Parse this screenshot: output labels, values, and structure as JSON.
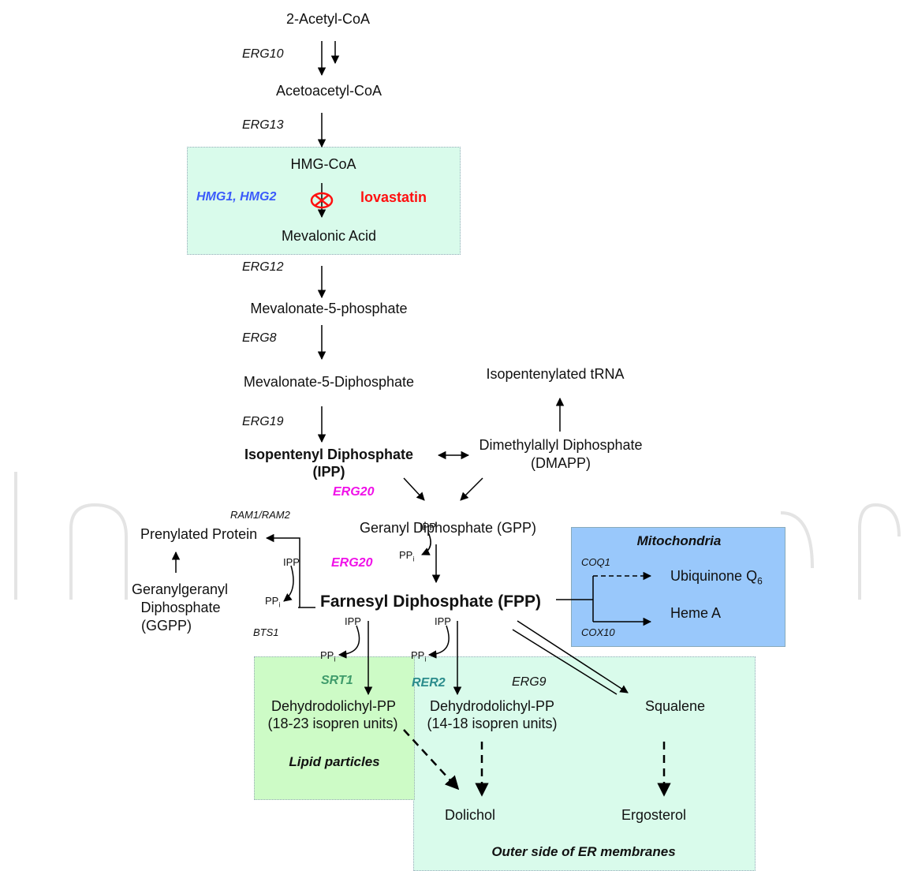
{
  "metabolites": {
    "acetyl_coa": "2-Acetyl-CoA",
    "acetoacetyl_coa": "Acetoacetyl-CoA",
    "hmg_coa": "HMG-CoA",
    "mevalonic_acid": "Mevalonic Acid",
    "mevalonate_5p": "Mevalonate-5-phosphate",
    "mevalonate_5pp": "Mevalonate-5-Diphosphate",
    "isopentenylated_trna": "Isopentenylated tRNA",
    "ipp_line1": "Isopentenyl Diphosphate",
    "ipp_line2": "(IPP)",
    "dmapp_line1": "Dimethylallyl Diphosphate",
    "dmapp_line2": "(DMAPP)",
    "gpp": "Geranyl Diphosphate (GPP)",
    "prenylated_protein": "Prenylated Protein",
    "ggpp_line1": "Geranylgeranyl",
    "ggpp_line2": "Diphosphate",
    "ggpp_line3": "(GGPP)",
    "fpp": "Farnesyl Diphosphate (FPP)",
    "ubiquinone": "Ubiquinone Q",
    "ubiquinone_sub": "6",
    "heme_a": "Heme A",
    "ddpp1_line1": "Dehydrodolichyl-PP",
    "ddpp1_line2": "(18-23 isopren units)",
    "ddpp2_line1": "Dehydrodolichyl-PP",
    "ddpp2_line2": "(14-18 isopren units)",
    "squalene": "Squalene",
    "dolichol": "Dolichol",
    "ergosterol": "Ergosterol"
  },
  "genes": {
    "erg10": "ERG10",
    "erg13": "ERG13",
    "hmg": "HMG1, HMG2",
    "erg12": "ERG12",
    "erg8": "ERG8",
    "erg19": "ERG19",
    "erg20_a": "ERG20",
    "erg20_b": "ERG20",
    "ram": "RAM1/RAM2",
    "bts1": "BTS1",
    "coq1": "COQ1",
    "cox10": "COX10",
    "srt1": "SRT1",
    "rer2": "RER2",
    "erg9": "ERG9"
  },
  "inhibitor": "lovastatin",
  "small_labels": {
    "ipp_gpp": "IPP",
    "pp_gpp": "PP",
    "pp_gpp_sub": "i",
    "ipp_ggpp": "IPP",
    "pp_ggpp": "PP",
    "pp_ggpp_sub": "i",
    "ipp_srt1": "IPP",
    "pp_srt1": "PP",
    "pp_srt1_sub": "i",
    "ipp_rer2": "IPP",
    "pp_rer2": "PP",
    "pp_rer2_sub": "i"
  },
  "compartments": {
    "mitochondria": "Mitochondria",
    "lipid_particles": "Lipid particles",
    "er": "Outer side of ER membranes"
  },
  "colors": {
    "hmg_box": "#d9fbeb",
    "mito_box": "#99c8fb",
    "lipid_box": "#cdfbc6",
    "er_box": "#d9fbeb",
    "hmg_gene": "#3b5bfb",
    "lovastatin": "#ff1010",
    "erg20": "#f010e8",
    "srt1": "#3f9b6b",
    "rer2": "#2b8c8c"
  }
}
